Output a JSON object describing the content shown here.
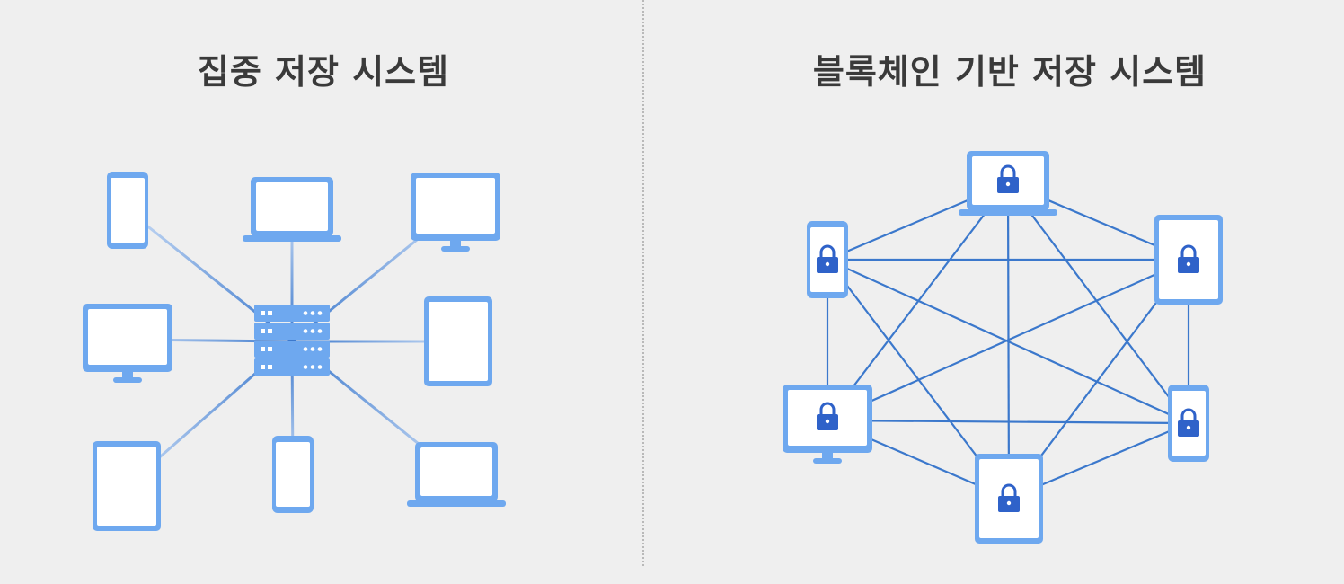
{
  "left_panel": {
    "title": "집중 저장 시스템"
  },
  "right_panel": {
    "title": "블록체인 기반 저장 시스템"
  },
  "colors": {
    "background": "#efefef",
    "device_frame": "#6ea8ef",
    "device_screen": "#ffffff",
    "line": "#3b78cc",
    "lock": "#2f62c9"
  },
  "left_devices": [
    {
      "name": "phone-icon",
      "kind": "phone"
    },
    {
      "name": "laptop-icon",
      "kind": "laptop"
    },
    {
      "name": "monitor-icon",
      "kind": "monitor"
    },
    {
      "name": "monitor-icon",
      "kind": "monitor"
    },
    {
      "name": "tablet-icon",
      "kind": "tablet"
    },
    {
      "name": "tablet-icon",
      "kind": "tablet"
    },
    {
      "name": "phone-icon",
      "kind": "phone"
    },
    {
      "name": "laptop-icon",
      "kind": "laptop"
    }
  ],
  "right_nodes": [
    {
      "name": "laptop-lock-icon",
      "kind": "laptop"
    },
    {
      "name": "phone-lock-icon",
      "kind": "phone"
    },
    {
      "name": "tablet-lock-icon",
      "kind": "tablet"
    },
    {
      "name": "monitor-lock-icon",
      "kind": "monitor"
    },
    {
      "name": "phone-lock-icon",
      "kind": "phone"
    },
    {
      "name": "tablet-lock-icon",
      "kind": "tablet"
    }
  ]
}
